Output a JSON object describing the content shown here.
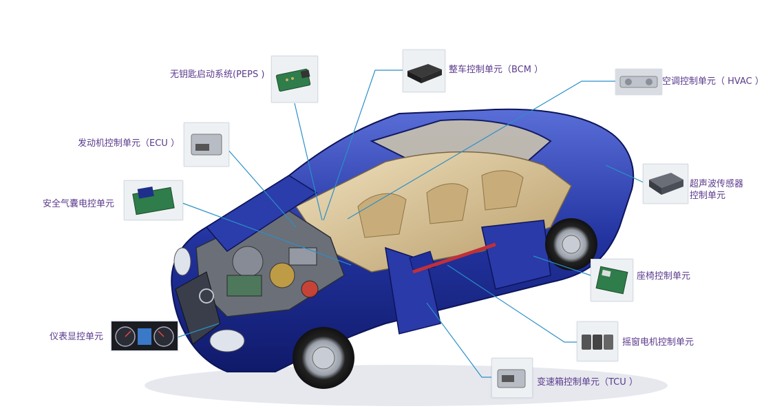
{
  "components": [
    {
      "id": "peps",
      "label": "无钥匙启动系统(PEPS )",
      "icon": "green-circuit-board-icon"
    },
    {
      "id": "bcm",
      "label": "整车控制单元（BCM ）",
      "icon": "black-control-box-icon"
    },
    {
      "id": "hvac",
      "label": "空调控制单元（ HVAC ）",
      "icon": "hvac-control-panel-icon"
    },
    {
      "id": "ecu",
      "label": "发动机控制单元（ECU ）",
      "icon": "silver-ecu-module-icon"
    },
    {
      "id": "ultrasonic",
      "label_line1": "超声波传感器",
      "label_line2": "控制单元",
      "icon": "sensor-module-icon"
    },
    {
      "id": "airbag",
      "label": "安全气囊电控单元",
      "icon": "airbag-circuit-board-icon"
    },
    {
      "id": "seat",
      "label": "座椅控制单元",
      "icon": "seat-circuit-board-icon"
    },
    {
      "id": "cluster",
      "label": "仪表显控单元",
      "icon": "instrument-cluster-icon"
    },
    {
      "id": "window",
      "label": "摇窗电机控制单元",
      "icon": "window-switch-icon"
    },
    {
      "id": "tcu",
      "label": "变速箱控制单元（TCU ）",
      "icon": "tcu-module-icon"
    }
  ],
  "colors": {
    "label_text": "#5a3a8c",
    "leader_line": "#2a8fc9",
    "car_body": "#1f2f9c",
    "car_body_highlight": "#4a5fd0",
    "interior": "#d9c49a"
  }
}
